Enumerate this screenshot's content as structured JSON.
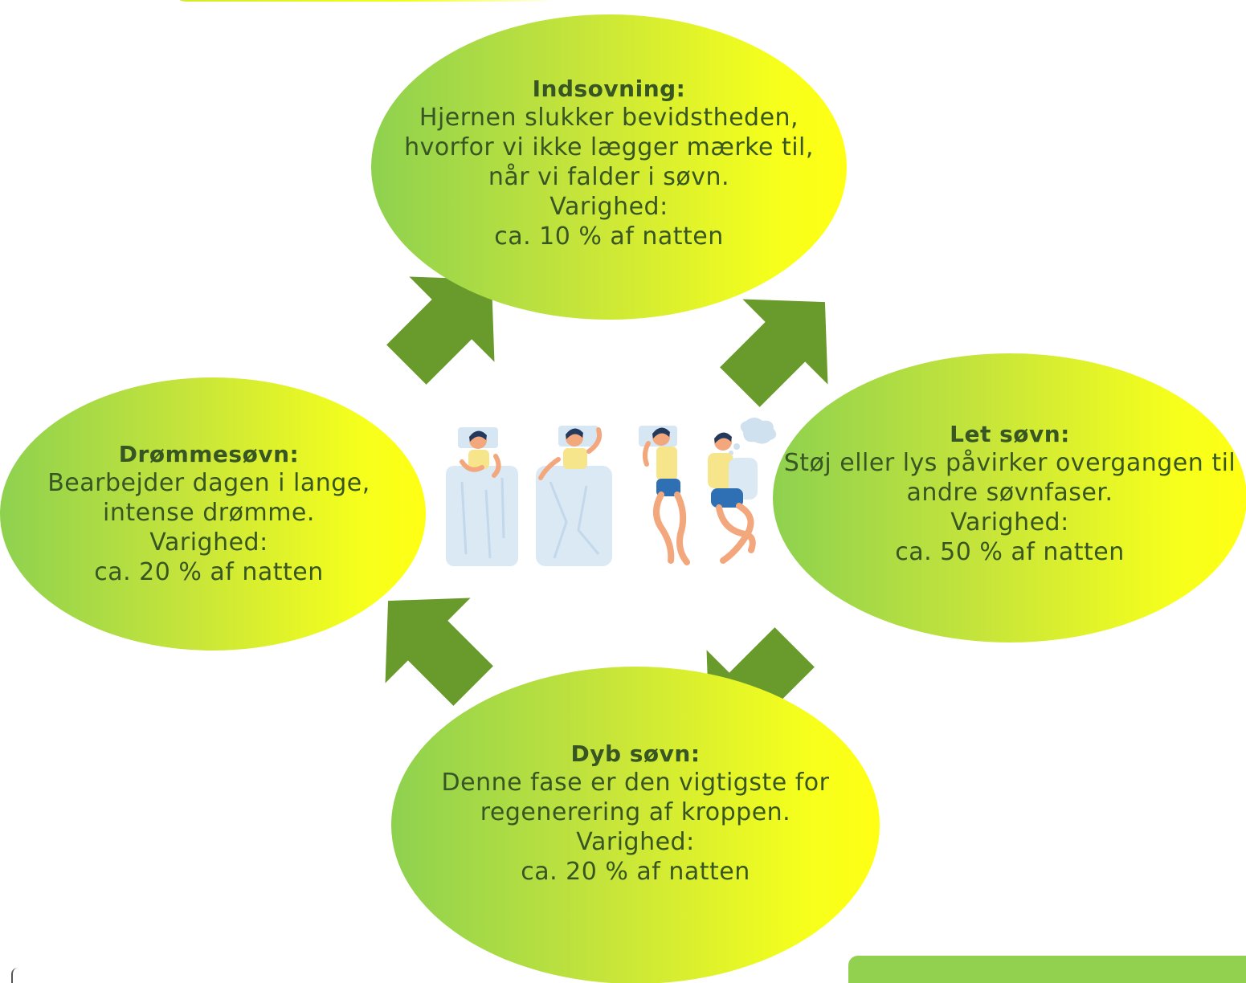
{
  "colors": {
    "text": "#375623",
    "arrow": "#689b2b",
    "bubble_left": "#8ed14f",
    "bubble_right": "#ffff14",
    "box": "#92d050"
  },
  "phases": {
    "top": {
      "title": "Indsovning:",
      "description": "Hjernen slukker bevidstheden, hvorfor vi ikke lægger mærke til, når vi falder i søvn.",
      "duration_label": "Varighed:",
      "duration_value": "ca. 10 % af natten"
    },
    "right": {
      "title": "Let søvn:",
      "description": "Støj eller lys påvirker overgangen til andre søvnfaser.",
      "duration_label": "Varighed:",
      "duration_value": "ca. 50 % af natten"
    },
    "bottom": {
      "title": "Dyb søvn:",
      "description": "Denne fase er den vigtigste for regenerering af kroppen.",
      "duration_label": "Varighed:",
      "duration_value": "ca. 20 % af natten"
    },
    "left": {
      "title": "Drømmesøvn:",
      "description": "Bearbejder dagen i lange, intense drømme.",
      "duration_label": "Varighed:",
      "duration_value": "ca. 20 % af natten"
    }
  },
  "icons": {
    "cycle_arrows": "arrow-icon",
    "center": "sleeping-positions-illustration"
  }
}
